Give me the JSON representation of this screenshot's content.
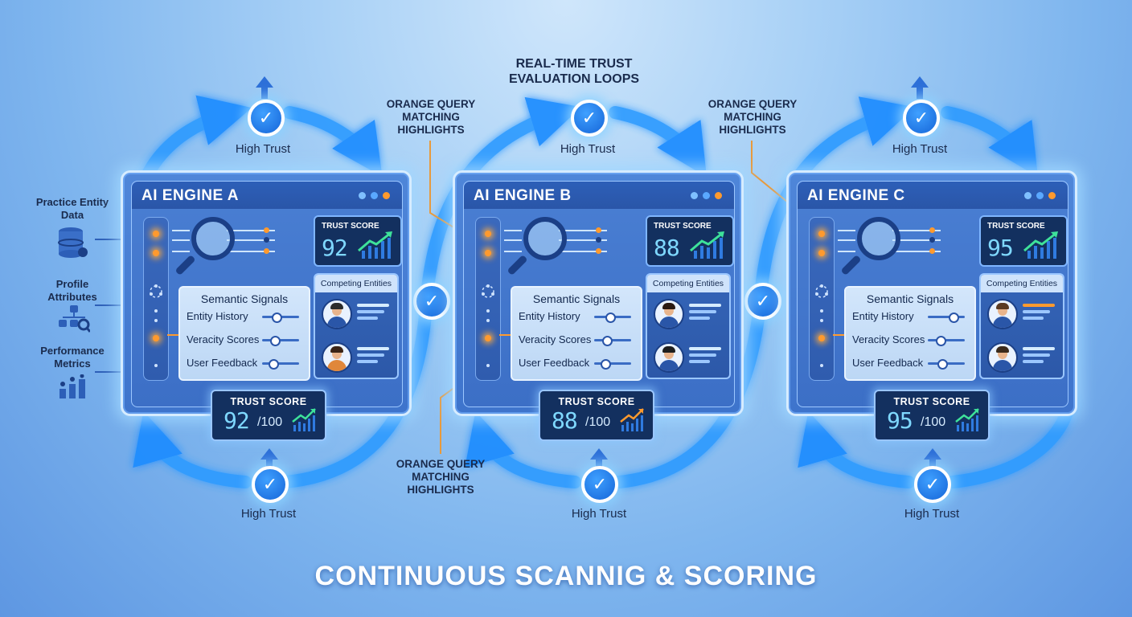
{
  "diagram_title": "REAL-TIME TRUST EVALUATION LOOPS",
  "footer": "CONTINUOUS SCANNIG & SCORING",
  "callout": {
    "top_left": "ORANGE QUERY MATCHING HIGHLIGHTS",
    "top_right": "ORANGE QUERY MATCHING HIGHLIGHTS",
    "bottom": "ORANGE QUERY MATCHING HIGHLIGHTS"
  },
  "trust_label": "High Trust",
  "inputs": [
    {
      "label": "Practice Entity Data",
      "icon": "database-icon"
    },
    {
      "label": "Profile Attributes",
      "icon": "hierarchy-icon"
    },
    {
      "label": "Performance Metrics",
      "icon": "metrics-icon"
    }
  ],
  "panel_labels": {
    "trust_score": "TRUST SCORE",
    "semantic_signals": "Semantic Signals",
    "competing_entities": "Competing Entities",
    "denominator": "/100",
    "signals": [
      "Entity History",
      "Veracity Scores",
      "User Feedback"
    ]
  },
  "engines": [
    {
      "name": "AI ENGINE A",
      "score": "92",
      "signal_levels": [
        0.35,
        0.3,
        0.25
      ]
    },
    {
      "name": "AI ENGINE B",
      "score": "88",
      "signal_levels": [
        0.4,
        0.3,
        0.25
      ]
    },
    {
      "name": "AI ENGINE C",
      "score": "95",
      "signal_levels": [
        0.7,
        0.3,
        0.35
      ]
    }
  ],
  "colors": {
    "accent_orange": "#ff9a2e",
    "check_blue": "#1565d8",
    "score_cyan": "#7fd8ff",
    "loop_blue": "#2f9bff"
  }
}
